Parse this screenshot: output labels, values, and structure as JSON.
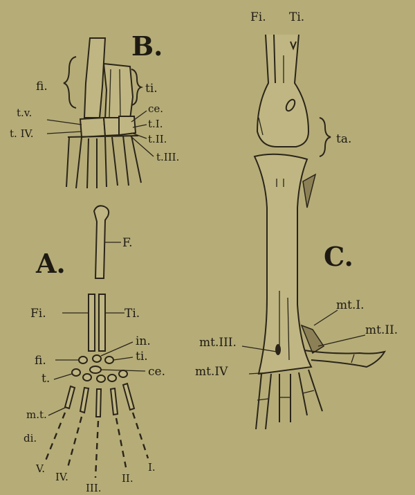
{
  "panel_b": {
    "letter": "B.",
    "labels": {
      "fi": "fi.",
      "ti": "ti.",
      "tv": "t.v.",
      "tiv": "t. IV.",
      "ce": "ce.",
      "ti_tarsal": "t.I.",
      "tii": "t.II.",
      "tiii": "t.III."
    }
  },
  "panel_a": {
    "letter": "A.",
    "labels": {
      "F": "F.",
      "Fi": "Fi.",
      "Ti": "Ti.",
      "in": "in.",
      "fi": "fi.",
      "ti": "ti.",
      "ce": "ce.",
      "t": "t.",
      "mt": "m.t.",
      "di": "di.",
      "digit_v": "V.",
      "digit_iv": "IV.",
      "digit_iii": "III.",
      "digit_ii": "II.",
      "digit_i": "I."
    }
  },
  "panel_c": {
    "letter": "C.",
    "labels": {
      "Fi": "Fi.",
      "Ti": "Ti.",
      "ta": "ta.",
      "mt1": "mt.I.",
      "mt2": "mt.II.",
      "mt3": "mt.III.",
      "mt4": "mt.IV"
    }
  },
  "colors": {
    "paper": "#b5ac78",
    "ink": "#1e1a12",
    "shade": "#8c8156"
  }
}
